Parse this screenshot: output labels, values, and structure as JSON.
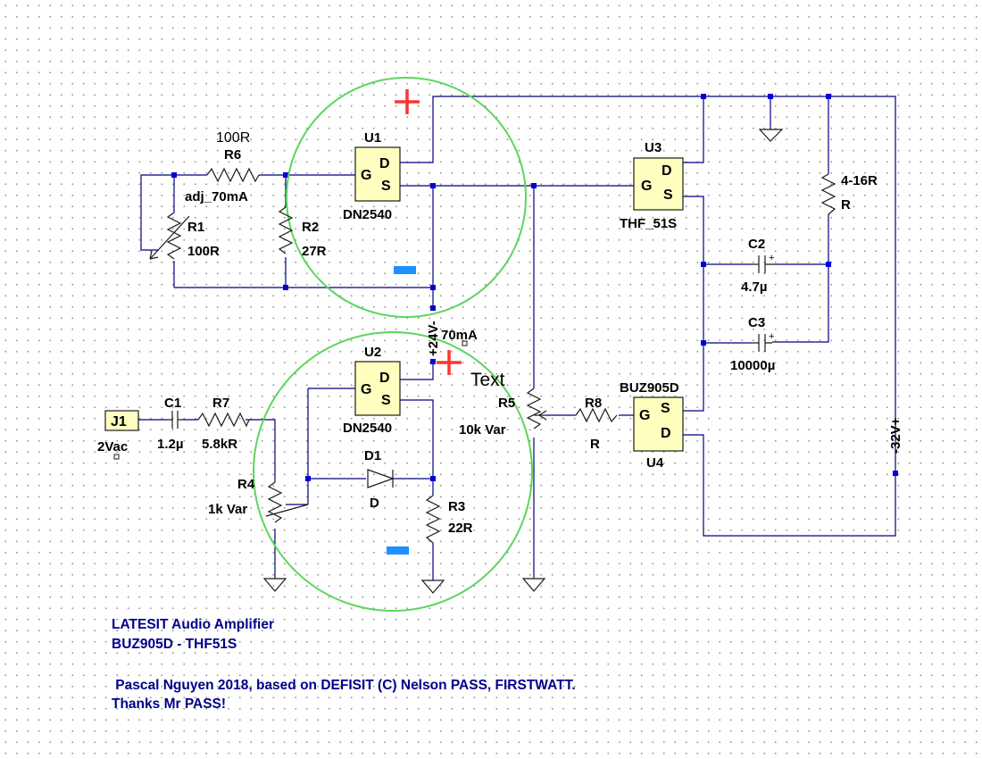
{
  "components": {
    "r6": {
      "ref": "R6",
      "value": "100R",
      "note": "adj_70mA"
    },
    "r1": {
      "ref": "R1",
      "value": "100R"
    },
    "r2": {
      "ref": "R2",
      "value": "27R"
    },
    "u1": {
      "ref": "U1",
      "part": "DN2540"
    },
    "u2": {
      "ref": "U2",
      "part": "DN2540"
    },
    "u3": {
      "ref": "U3",
      "part": "THF_51S"
    },
    "u4": {
      "ref": "U4",
      "part": "BUZ905D"
    },
    "load": {
      "value": "4-16R",
      "ref": "R"
    },
    "c2": {
      "ref": "C2",
      "value": "4.7µ"
    },
    "c3": {
      "ref": "C3",
      "value": "10000µ"
    },
    "j1": {
      "ref": "J1",
      "value": "2Vac"
    },
    "c1": {
      "ref": "C1",
      "value": "1.2µ"
    },
    "r7": {
      "ref": "R7",
      "value": "5.8kR"
    },
    "r4": {
      "ref": "R4",
      "value": "1k Var"
    },
    "d1": {
      "ref": "D1",
      "value": "D"
    },
    "r3": {
      "ref": "R3",
      "value": "22R"
    },
    "r5": {
      "ref": "R5",
      "value": "10k Var"
    },
    "r8": {
      "ref": "R8",
      "value": "R"
    }
  },
  "pins": {
    "g": "G",
    "d": "D",
    "s": "S"
  },
  "supplies": {
    "v24": "+24V-",
    "v32": "-32V+",
    "current": "70mA"
  },
  "markers": {
    "plus": "+",
    "minus": "−"
  },
  "free_text": "Text",
  "notes": {
    "title": "LATESIT Audio Amplifier",
    "subtitle": "BUZ905D - THF51S",
    "credit": " Pascal Nguyen 2018, based on DEFISIT (C) Nelson PASS, FIRSTWATT.",
    "thanks": "Thanks Mr PASS!"
  },
  "colors": {
    "wire": "#00007f",
    "node": "#0000d8",
    "chip": "#ffffc0",
    "ring": "#5cd65c",
    "plus_marker": "#ff3333",
    "minus_marker": "#1e90ff",
    "note_text": "#00008b"
  }
}
